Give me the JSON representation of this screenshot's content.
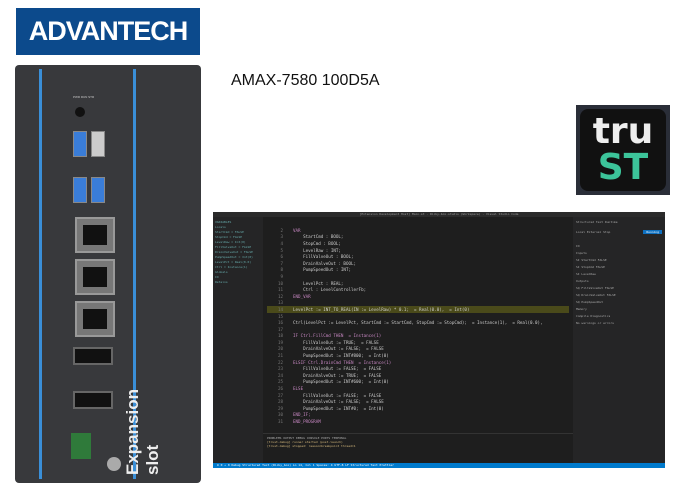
{
  "logo": "ADVANTECH",
  "model": "AMAX-7580 100D5A",
  "trust": {
    "top": "tru",
    "bottom": "ST"
  },
  "device": {
    "expansion_label": "Expansion slot",
    "led_labels": "PWR RUN STR"
  },
  "vscode": {
    "title": "[Extension Development Host] Main.st - Ricky-box-studio (Workspace) - Visual Studio Code",
    "code": [
      {
        "n": "2",
        "t": "VAR"
      },
      {
        "n": "3",
        "t": "    StartCmd : BOOL;"
      },
      {
        "n": "4",
        "t": "    StopCmd : BOOL;"
      },
      {
        "n": "5",
        "t": "    LevelRaw : INT;"
      },
      {
        "n": "6",
        "t": "    FillValveOut : BOOL;"
      },
      {
        "n": "7",
        "t": "    DrainValveOut : BOOL;"
      },
      {
        "n": "8",
        "t": "    PumpSpeedOut : INT;"
      },
      {
        "n": "9",
        "t": ""
      },
      {
        "n": "10",
        "t": "    LevelPct : REAL;"
      },
      {
        "n": "11",
        "t": "    Ctrl : LevelControllerFb;"
      },
      {
        "n": "12",
        "t": "END_VAR"
      },
      {
        "n": "13",
        "t": ""
      },
      {
        "n": "14",
        "t": "LevelPct := INT_TO_REAL(IN := LevelRaw) * 0.1;  = Real(0.0),  = Int(0)",
        "hl": true
      },
      {
        "n": "15",
        "t": ""
      },
      {
        "n": "16",
        "t": "Ctrl(LevelPct := LevelPct, StartCmd := StartCmd, StopCmd := StopCmd);  = Instance(1),  = Real(0.0),"
      },
      {
        "n": "17",
        "t": ""
      },
      {
        "n": "18",
        "t": "IF Ctrl.FillCmd THEN  = Instance(1)"
      },
      {
        "n": "19",
        "t": "    FillValveOut := TRUE;  = FALSE"
      },
      {
        "n": "20",
        "t": "    DrainValveOut := FALSE;  = FALSE"
      },
      {
        "n": "21",
        "t": "    PumpSpeedOut := INT#800;  = Int(0)"
      },
      {
        "n": "22",
        "t": "ELSIF Ctrl.DrainCmd THEN  = Instance(1)"
      },
      {
        "n": "23",
        "t": "    FillValveOut := FALSE;  = FALSE"
      },
      {
        "n": "24",
        "t": "    DrainValveOut := TRUE;  = FALSE"
      },
      {
        "n": "25",
        "t": "    PumpSpeedOut := INT#600;  = Int(0)"
      },
      {
        "n": "26",
        "t": "ELSE"
      },
      {
        "n": "27",
        "t": "    FillValveOut := FALSE;  = FALSE"
      },
      {
        "n": "28",
        "t": "    DrainValveOut := FALSE;  = FALSE"
      },
      {
        "n": "29",
        "t": "    PumpSpeedOut := INT#0;  = Int(0)"
      },
      {
        "n": "30",
        "t": "END_IF;"
      },
      {
        "n": "31",
        "t": "END_PROGRAM"
      }
    ],
    "side": [
      "VARIABLES",
      "Locals",
      "StartCmd = FALSE",
      "StopCmd = FALSE",
      "LevelRaw = Int(0)",
      "FillValveOut = FALSE",
      "DrainValveOut = FALSE",
      "PumpSpeedOut = Int(0)",
      "LevelPct = Real(0.0)",
      "Ctrl = Instance(1)",
      "Globals",
      "IO",
      "Retains"
    ],
    "right": {
      "title": "Structured Text Runtime",
      "tabs": "Local  External  Stop",
      "status": "Running",
      "items": [
        "IO",
        "Inputs",
        "%I StartCmd   FALSE",
        "%I StopCmd   FALSE",
        "%I LevelRaw",
        "Outputs",
        "%Q FillValveOut   FALSE",
        "%Q DrainValveOut   FALSE",
        "%Q PumpSpeedOut",
        "Memory",
        "Compile Diagnostics",
        "No warnings or errors"
      ]
    },
    "panel": {
      "tabs": "PROBLEMS   OUTPUT   DEBUG CONSOLE   PORTS   TERMINAL",
      "lines": [
        "[trust-debug] runner started (post-launch)",
        "[trust-debug] stopped: reason=breakpoint thread=1"
      ]
    },
    "status": "⊗ 0 ⚠ 0   Debug Structured Text (Ricky_box)          Ln 14, Col 1   Spaces: 4   UTF-8   LF   Structured Text   Prettier"
  }
}
